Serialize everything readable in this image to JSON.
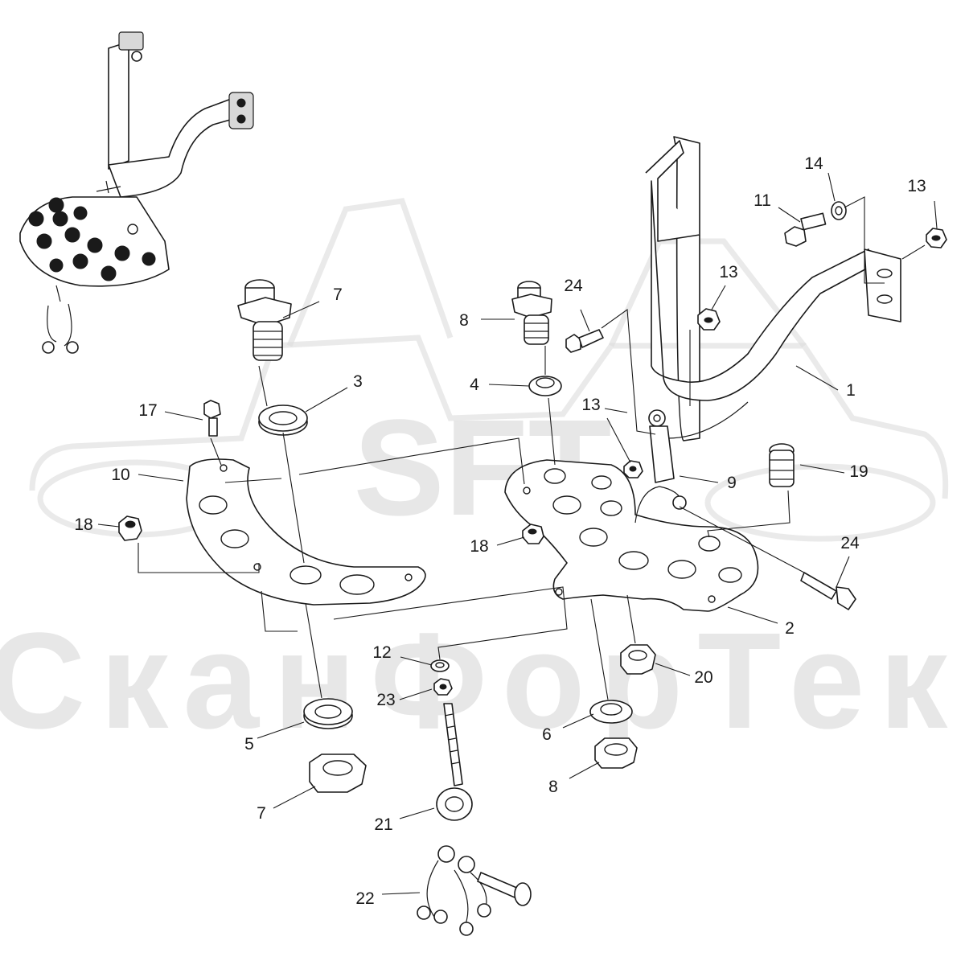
{
  "watermark": {
    "logo_text": "SFT",
    "company_text": "СканФорТек"
  },
  "callouts": [
    {
      "id": "c1",
      "number": "1"
    },
    {
      "id": "c2",
      "number": "2"
    },
    {
      "id": "c3",
      "number": "3"
    },
    {
      "id": "c4",
      "number": "4"
    },
    {
      "id": "c5",
      "number": "5"
    },
    {
      "id": "c6",
      "number": "6"
    },
    {
      "id": "c7a",
      "number": "7"
    },
    {
      "id": "c7b",
      "number": "7"
    },
    {
      "id": "c8a",
      "number": "8"
    },
    {
      "id": "c8b",
      "number": "8"
    },
    {
      "id": "c9",
      "number": "9"
    },
    {
      "id": "c10",
      "number": "10"
    },
    {
      "id": "c11",
      "number": "11"
    },
    {
      "id": "c12",
      "number": "12"
    },
    {
      "id": "c13a",
      "number": "13"
    },
    {
      "id": "c13b",
      "number": "13"
    },
    {
      "id": "c13c",
      "number": "13"
    },
    {
      "id": "c14",
      "number": "14"
    },
    {
      "id": "c17",
      "number": "17"
    },
    {
      "id": "c18a",
      "number": "18"
    },
    {
      "id": "c18b",
      "number": "18"
    },
    {
      "id": "c19",
      "number": "19"
    },
    {
      "id": "c20",
      "number": "20"
    },
    {
      "id": "c21",
      "number": "21"
    },
    {
      "id": "c22",
      "number": "22"
    },
    {
      "id": "c23",
      "number": "23"
    },
    {
      "id": "c24a",
      "number": "24"
    },
    {
      "id": "c24b",
      "number": "24"
    }
  ]
}
